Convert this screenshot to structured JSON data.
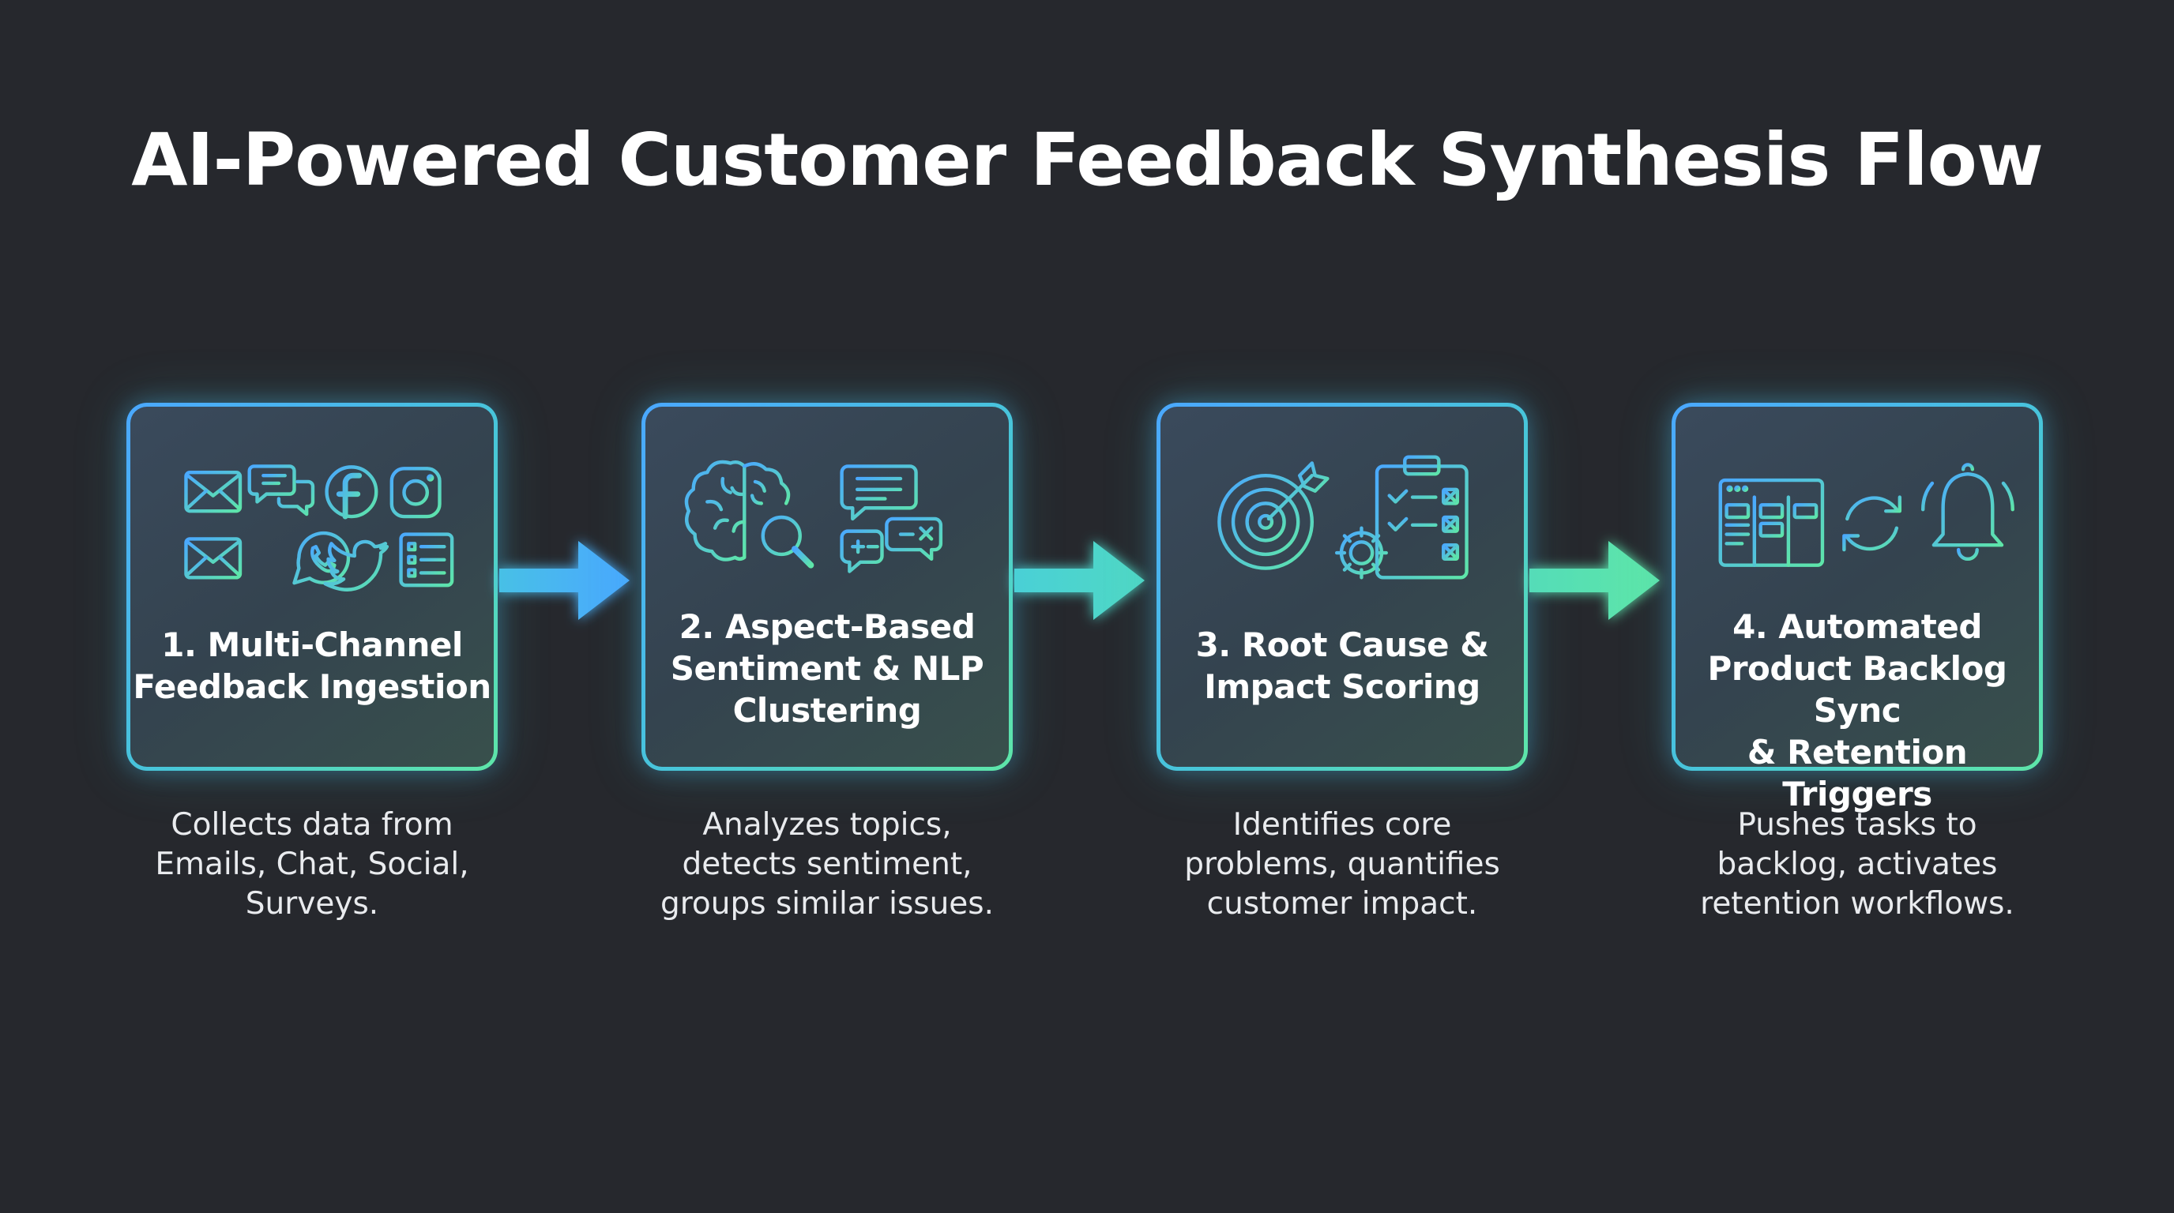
{
  "title": "AI-Powered Customer Feedback Synthesis Flow",
  "colors": {
    "background": "#26282d",
    "accent_blue": "#4aa8ff",
    "accent_teal": "#48c6d8",
    "accent_green": "#5ee6a8"
  },
  "steps": [
    {
      "label": "1. Multi-Channel\nFeedback Ingestion",
      "description": "Collects data from\nEmails, Chat, Social,\nSurveys.",
      "icons": [
        "email-icon",
        "chat-bubbles-icon",
        "facebook-icon",
        "instagram-icon",
        "email-icon",
        "whatsapp-icon",
        "twitter-icon",
        "survey-list-icon"
      ]
    },
    {
      "label": "2. Aspect-Based\nSentiment & NLP\nClustering",
      "description": "Analyzes topics,\ndetects sentiment,\ngroups similar issues.",
      "icons": [
        "brain-magnifier-icon",
        "chat-sentiment-icon"
      ]
    },
    {
      "label": "3. Root Cause &\nImpact Scoring",
      "description": "Identifies core\nproblems, quantifies\ncustomer impact.",
      "icons": [
        "target-icon",
        "gear-icon",
        "checklist-clipboard-icon"
      ]
    },
    {
      "label": "4. Automated\nProduct Backlog Sync\n& Retention Triggers",
      "description": "Pushes tasks to\nbacklog, activates\nretention workflows.",
      "icons": [
        "kanban-board-icon",
        "sync-icon",
        "bell-icon"
      ]
    }
  ]
}
